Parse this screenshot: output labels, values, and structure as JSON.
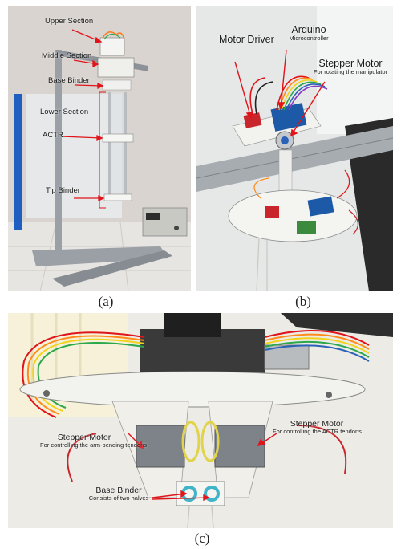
{
  "panel_a": {
    "caption": "(a)",
    "labels": {
      "upper_section": "Upper Section",
      "middle_section": "Middle Section",
      "base_binder": "Base Binder",
      "lower_section": "Lower Section",
      "actr": "ACTR",
      "tip_binder": "Tip Binder"
    }
  },
  "panel_b": {
    "caption": "(b)",
    "labels": {
      "motor_driver": "Motor Driver",
      "arduino": "Arduino",
      "arduino_sub": "Microcontroller",
      "stepper_motor": "Stepper Motor",
      "stepper_motor_sub": "For rotating the manipulator"
    }
  },
  "panel_c": {
    "caption": "(c)",
    "labels": {
      "stepper_left": "Stepper Motor",
      "stepper_left_sub": "For controlling the arm-bending tendons",
      "stepper_right": "Stepper Motor",
      "stepper_right_sub": "For controlling the ACTR tendons",
      "base_binder": "Base Binder",
      "base_binder_sub": "Consists of two halves"
    }
  },
  "colors": {
    "annotation_red": "#e0141a",
    "frame_aluminum": "#9aa0a6",
    "blue_board": "#1f5fbf",
    "plate_white": "#f2f2ee"
  }
}
